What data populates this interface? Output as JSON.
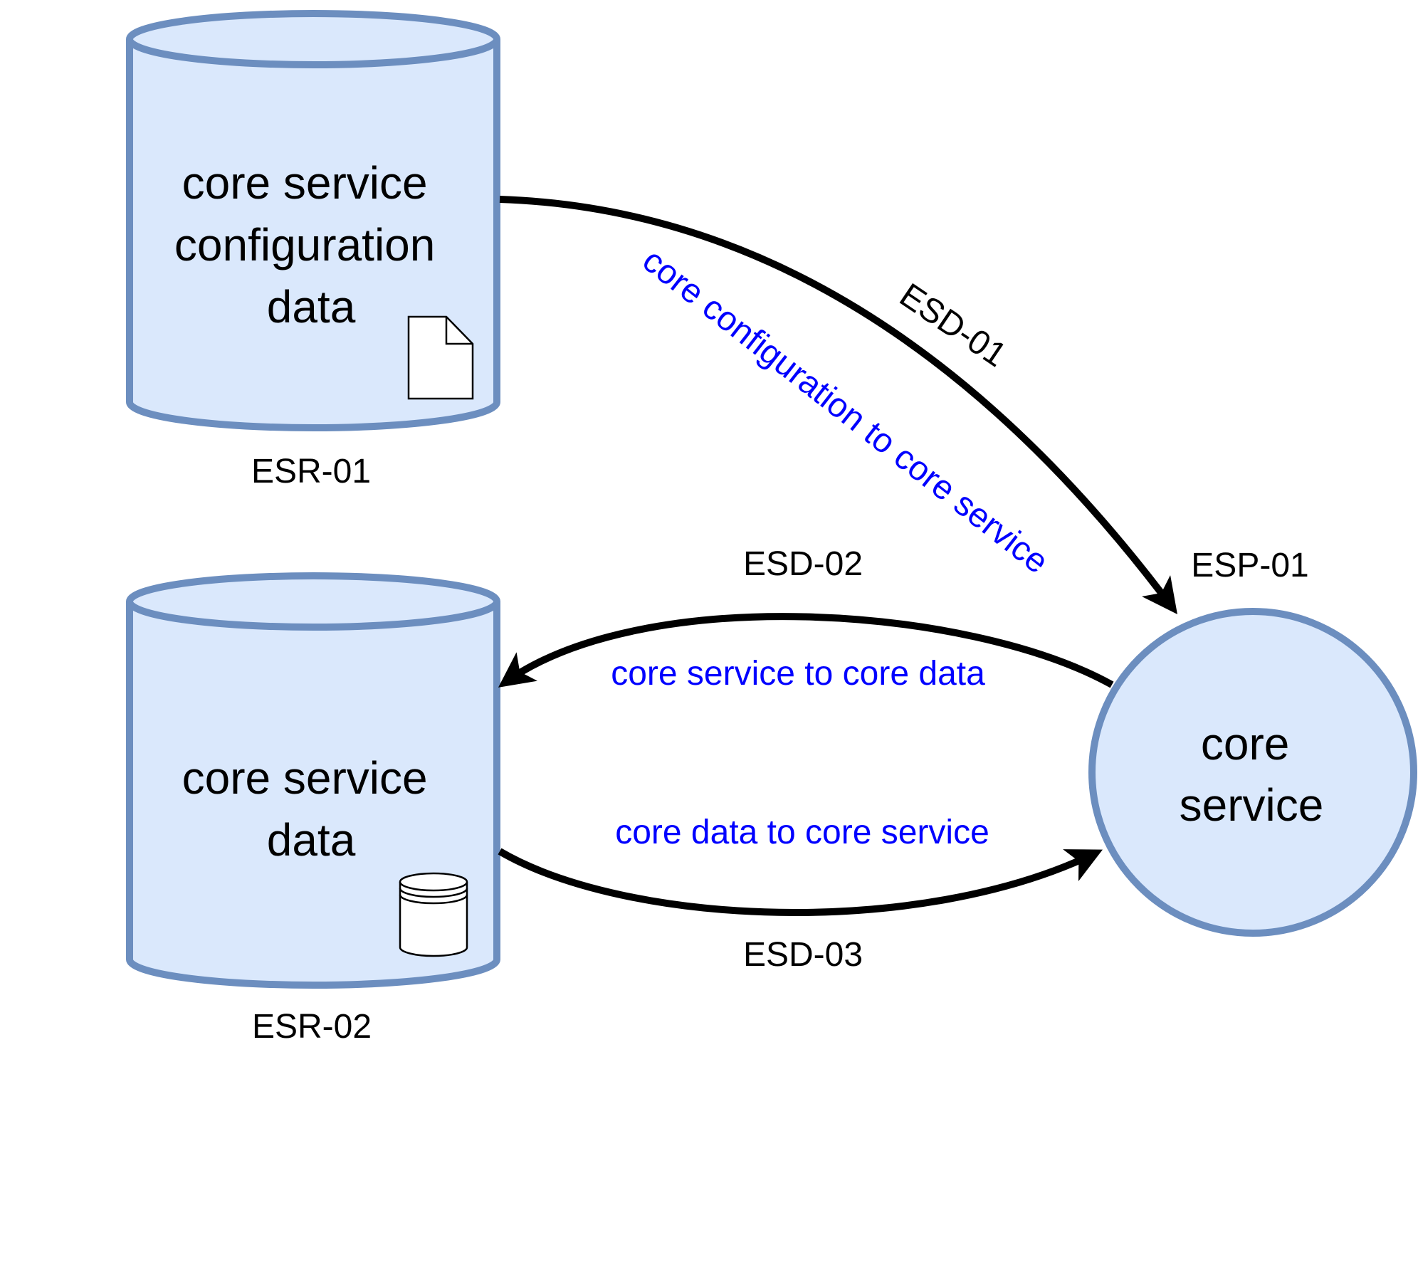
{
  "colors": {
    "node_fill": "#dae8fc",
    "node_stroke": "#6c8ebf",
    "arrow": "#000000",
    "flow_label": "#0000ff",
    "id_label": "#000000"
  },
  "nodes": {
    "config_store": {
      "lines": [
        "core service",
        "configuration",
        "data"
      ],
      "id_label": "ESR-01",
      "icon": "document-icon"
    },
    "data_store": {
      "lines": [
        "core service",
        "data"
      ],
      "id_label": "ESR-02",
      "icon": "database-icon"
    },
    "process": {
      "lines": [
        "core",
        "service"
      ],
      "id_label": "ESP-01"
    }
  },
  "flows": {
    "esd01": {
      "id_label": "ESD-01",
      "description": "core configuration to core service"
    },
    "esd02": {
      "id_label": "ESD-02",
      "description": "core service to core data"
    },
    "esd03": {
      "id_label": "ESD-03",
      "description": "core data to core service"
    }
  }
}
